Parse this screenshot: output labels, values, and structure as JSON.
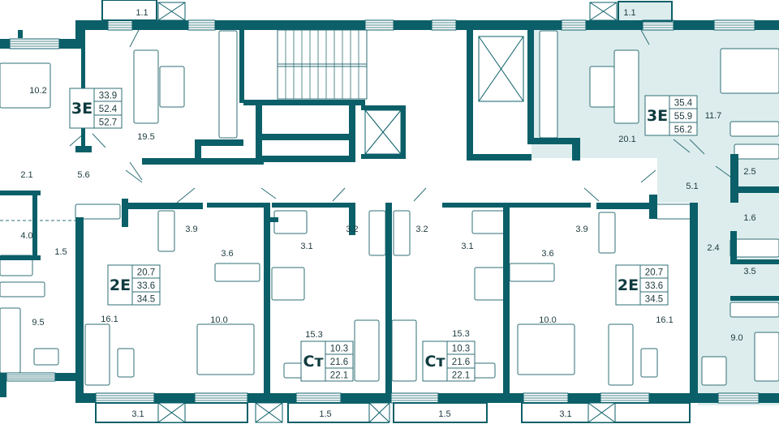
{
  "colors": {
    "wall": "#0b5f68",
    "highlight": "#ddeded",
    "text": "#1d3a3e",
    "line": "#2f6f76"
  },
  "apartments": [
    {
      "id": "left-3e",
      "type": "3E",
      "areas": [
        "33.9",
        "52.4",
        "52.7"
      ]
    },
    {
      "id": "right-3e",
      "type": "3E",
      "areas": [
        "35.4",
        "55.9",
        "56.2"
      ],
      "highlighted": true
    },
    {
      "id": "left-2e",
      "type": "2E",
      "areas": [
        "20.7",
        "33.6",
        "34.5"
      ]
    },
    {
      "id": "right-2e",
      "type": "2E",
      "areas": [
        "20.7",
        "33.6",
        "34.5"
      ]
    },
    {
      "id": "left-studio",
      "type": "Ст",
      "areas": [
        "10.3",
        "21.6",
        "22.1"
      ]
    },
    {
      "id": "right-studio",
      "type": "Ст",
      "areas": [
        "10.3",
        "21.6",
        "22.1"
      ]
    }
  ],
  "rooms": {
    "left": [
      "10.2",
      "2.1",
      "5.6",
      "4.0",
      "1.5",
      "9.5",
      "19.5",
      "1.1",
      "3.9",
      "3.6",
      "3.1",
      "3.2",
      "16.1",
      "10.0",
      "15.3",
      "3.1",
      "1.5"
    ],
    "right": [
      "3.2",
      "3.1",
      "3.6",
      "3.9",
      "10.0",
      "15.3",
      "16.1",
      "1.5",
      "3.1",
      "20.1",
      "11.7",
      "1.1",
      "5.1",
      "2.5",
      "1.6",
      "2.4",
      "3.5",
      "9.0"
    ]
  }
}
